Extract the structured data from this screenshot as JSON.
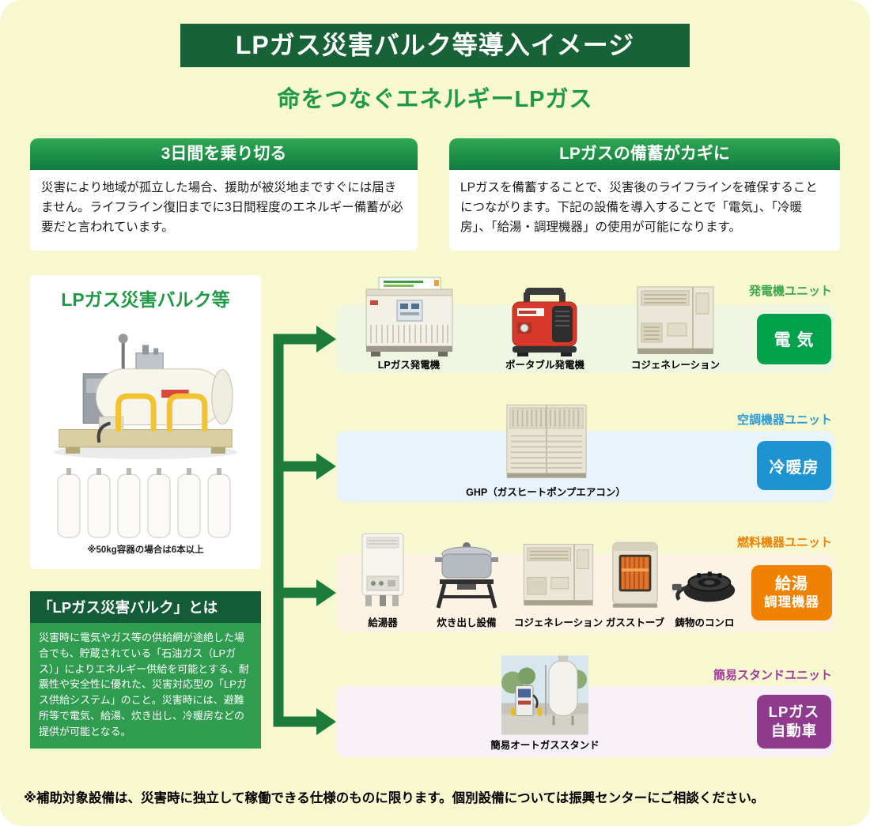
{
  "page": {
    "title_banner": "LPガス災害バルク等導入イメージ",
    "headline": "命をつなぐエネルギーLPガス",
    "footer_note": "※補助対象設備は、災害時に独立して稼働できる仕様のものに限ります。個別設備については振興センターにご相談ください。",
    "background_color": "#F8F8D0",
    "banner_color": "#176237",
    "headline_color": "#1E9A44"
  },
  "info_boxes": [
    {
      "title": "3日間を乗り切る",
      "body": "災害により地域が孤立した場合、援助が被災地まですぐには届きません。ライフライン復旧までに3日間程度のエネルギー備蓄が必要だと言われています。"
    },
    {
      "title": "LPガスの備蓄がカギに",
      "body": "LPガスを備蓄することで、災害後のライフラインを確保することにつながります。下記の設備を導入することで「電気」、「冷暖房」、「給湯・調理機器」の使用が可能になります。"
    }
  ],
  "bulk_panel": {
    "title": "LPガス災害バルク等",
    "cylinders_note": "※50kg容器の場合は6本以上"
  },
  "about_panel": {
    "title": "「LPガス災害バルク」とは",
    "body": "災害時に電気やガス等の供給網が途絶した場合でも、貯蔵されている「石油ガス（LPガス）」によりエネルギー供給を可能とする、耐震性や安全性に優れた、災害対応型の「LPガス供給システム」のこと。災害時には、避難所等で電気、給湯、炊き出し、冷暖房などの提供が可能となる。"
  },
  "units": [
    {
      "label": "発電機ユニット",
      "label_color": "#3BA64B",
      "box_bg": "#EFF6E2",
      "badge_bg": "#00A14B",
      "badge_lines": [
        "電 気"
      ],
      "items": [
        "LPガス発電機",
        "ポータブル発電機",
        "コジェネレーション"
      ]
    },
    {
      "label": "空調機器ユニット",
      "label_color": "#2E9BD5",
      "box_bg": "#E9F3FB",
      "badge_bg": "#1E93D1",
      "badge_lines": [
        "冷暖房"
      ],
      "items": [
        "GHP（ガスヒートポンプエアコン）"
      ]
    },
    {
      "label": "燃料機器ユニット",
      "label_color": "#EE8100",
      "box_bg": "#FDF3E4",
      "badge_bg": "#EF8200",
      "badge_lines": [
        "給湯",
        "調理機器"
      ],
      "items": [
        "給湯器",
        "炊き出し設備",
        "コジェネレーション",
        "ガスストーブ",
        "鋳物のコンロ"
      ]
    },
    {
      "label": "簡易スタンドユニット",
      "label_color": "#A13C9F",
      "box_bg": "#F8F0F7",
      "badge_bg": "#8F3A8D",
      "badge_lines": [
        "LPガス",
        "自動車"
      ],
      "items": [
        "簡易オートガススタンド"
      ]
    }
  ],
  "arrow_color": "#1C7A3B"
}
